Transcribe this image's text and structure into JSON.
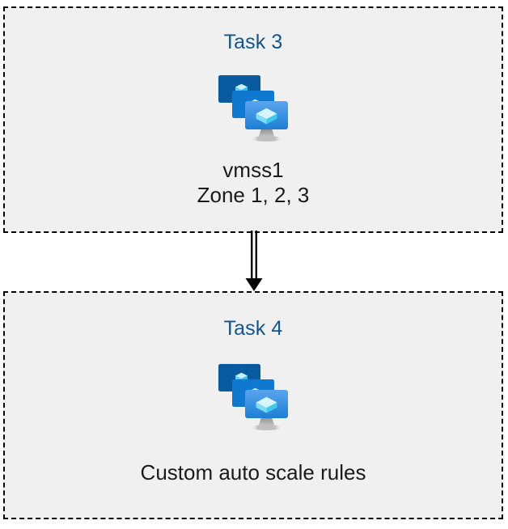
{
  "diagram": {
    "title_text_color": "#14558c",
    "body_text_color": "#1b1b1b",
    "box_fill_color": "#f0f0f0",
    "box_border_color": "#000000",
    "canvas_background_color": "#ffffff",
    "boxes": [
      {
        "id": "task-3",
        "title": "Task 3",
        "icon": "azure-vm-scale-set-icon",
        "labels": [
          "vmss1",
          "Zone 1, 2, 3"
        ]
      },
      {
        "id": "task-4",
        "title": "Task 4",
        "icon": "azure-vm-scale-set-icon",
        "labels": [
          "Custom auto scale rules"
        ]
      }
    ],
    "connector": {
      "name": "down-arrow-connector",
      "from": "Task 3",
      "to": "Task 4",
      "style": "double-line-arrow",
      "direction": "down",
      "color": "#000000"
    },
    "icon_colors": {
      "screen_back": "#0a5aa0",
      "screen_middle": "#0f79d0",
      "screen_front_top": "#5aa4ee",
      "screen_front_bottom": "#1e7fd4",
      "cube_light": "#c3f0fb",
      "cube_mid": "#8fe0f7",
      "cube_dark": "#32c5ef",
      "stand": "#9a9a9a",
      "base": "#d6d6d6"
    }
  }
}
